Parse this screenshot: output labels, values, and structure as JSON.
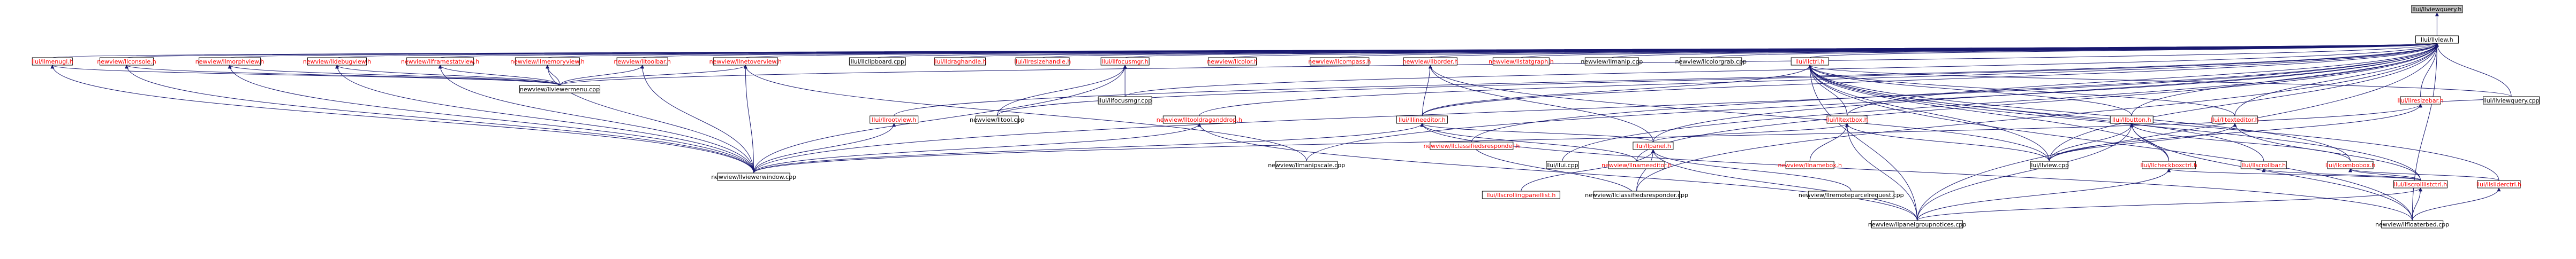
{
  "colors": {
    "root_fill": "#bfbfbf",
    "node_fill": "#ffffff",
    "node_text": "#000000",
    "link_text": "#ff0000",
    "edge": "#191970",
    "background": "#ffffff"
  },
  "graph": {
    "nodes": [
      {
        "id": "n0",
        "label": "llui/llviewquery.h",
        "root": true
      },
      {
        "id": "n1",
        "label": "llui/llview.h",
        "link": false
      },
      {
        "id": "n2",
        "label": "llui/llmenugl.h",
        "link": true
      },
      {
        "id": "n3",
        "label": "newview/llconsole.h",
        "link": true
      },
      {
        "id": "n4",
        "label": "newview/llmorphview.h",
        "link": true
      },
      {
        "id": "n5",
        "label": "newview/lldebugview.h",
        "link": true
      },
      {
        "id": "n6",
        "label": "newview/llframestatview.h",
        "link": true
      },
      {
        "id": "n7",
        "label": "newview/llmemoryview.h",
        "link": true
      },
      {
        "id": "n8",
        "label": "newview/lltoolbar.h",
        "link": true
      },
      {
        "id": "n9",
        "label": "newview/llnetoverview.h",
        "link": true
      },
      {
        "id": "n10",
        "label": "llui/llclipboard.cpp",
        "link": false
      },
      {
        "id": "n11",
        "label": "llui/lldraghandle.h",
        "link": true
      },
      {
        "id": "n12",
        "label": "llui/llresizehandle.h",
        "link": true
      },
      {
        "id": "n13",
        "label": "llui/llfocusmgr.h",
        "link": true
      },
      {
        "id": "n14",
        "label": "newview/llcolor.h",
        "link": true
      },
      {
        "id": "n15",
        "label": "newview/llcompass.h",
        "link": true
      },
      {
        "id": "n16",
        "label": "newview/llborder.h",
        "link": true
      },
      {
        "id": "n17",
        "label": "newview/llstatgraph.h",
        "link": true
      },
      {
        "id": "n18",
        "label": "newview/llmanip.cpp",
        "link": false
      },
      {
        "id": "n19",
        "label": "newview/llcolorgrab.cpp",
        "link": false
      },
      {
        "id": "n20",
        "label": "llui/llctrl.h",
        "link": true
      },
      {
        "id": "n21",
        "label": "llui/llresizebar.h",
        "link": true
      },
      {
        "id": "n22",
        "label": "llui/llviewquery.cpp",
        "link": false
      },
      {
        "id": "n23",
        "label": "newview/llviewermenu.cpp",
        "link": false
      },
      {
        "id": "n24",
        "label": "llui/llrootview.h",
        "link": true
      },
      {
        "id": "n25",
        "label": "newview/lltool.cpp",
        "link": false
      },
      {
        "id": "n26",
        "label": "newview/lltooldraganddrop.h",
        "link": true
      },
      {
        "id": "n27",
        "label": "llui/llfocusmgr.cpp",
        "link": false
      },
      {
        "id": "n28",
        "label": "llui/lllineeditor.h",
        "link": true
      },
      {
        "id": "n29",
        "label": "llui/lltextbox.h",
        "link": true
      },
      {
        "id": "n30",
        "label": "llui/llbutton.h",
        "link": true
      },
      {
        "id": "n31",
        "label": "llui/lltexteditor.h",
        "link": true
      },
      {
        "id": "n32",
        "label": "newview/llviewerwindow.cpp",
        "link": false
      },
      {
        "id": "n33",
        "label": "newview/llmanipscale.cpp",
        "link": false
      },
      {
        "id": "n34",
        "label": "newview/llclassifiedsresponder.h",
        "link": true
      },
      {
        "id": "n35",
        "label": "llui/llui.cpp",
        "link": false
      },
      {
        "id": "n36",
        "label": "newview/llnameeditor.h",
        "link": true
      },
      {
        "id": "n37",
        "label": "llui/llpanel.h",
        "link": true
      },
      {
        "id": "n38",
        "label": "newview/llnamebox.h",
        "link": true
      },
      {
        "id": "n39",
        "label": "llui/llview.cpp",
        "link": false
      },
      {
        "id": "n40",
        "label": "llui/llcheckboxctrl.h",
        "link": true
      },
      {
        "id": "n41",
        "label": "llui/llscrollbar.h",
        "link": true
      },
      {
        "id": "n42",
        "label": "llui/llcombobox.h",
        "link": true
      },
      {
        "id": "n43",
        "label": "llui/llscrolllistctrl.h",
        "link": true
      },
      {
        "id": "n44",
        "label": "llui/llsliderctrl.h",
        "link": true
      },
      {
        "id": "n45",
        "label": "llui/llscrollingpanellist.h",
        "link": true
      },
      {
        "id": "n46",
        "label": "newview/llclassifiedsresponder.cpp",
        "link": false
      },
      {
        "id": "n47",
        "label": "newview/llremoteparcelrequest.cpp",
        "link": false
      },
      {
        "id": "n48",
        "label": "newview/llpanelgroupnotices.cpp",
        "link": false
      },
      {
        "id": "n49",
        "label": "newview/llfloaterbed.cpp",
        "link": false
      }
    ],
    "edges": [
      [
        "n1",
        "n0"
      ],
      [
        "n2",
        "n1"
      ],
      [
        "n3",
        "n1"
      ],
      [
        "n4",
        "n1"
      ],
      [
        "n5",
        "n1"
      ],
      [
        "n6",
        "n1"
      ],
      [
        "n7",
        "n1"
      ],
      [
        "n8",
        "n1"
      ],
      [
        "n9",
        "n1"
      ],
      [
        "n10",
        "n1"
      ],
      [
        "n11",
        "n1"
      ],
      [
        "n12",
        "n1"
      ],
      [
        "n13",
        "n1"
      ],
      [
        "n14",
        "n1"
      ],
      [
        "n15",
        "n1"
      ],
      [
        "n16",
        "n1"
      ],
      [
        "n17",
        "n1"
      ],
      [
        "n18",
        "n1"
      ],
      [
        "n19",
        "n1"
      ],
      [
        "n20",
        "n1"
      ],
      [
        "n21",
        "n1"
      ],
      [
        "n22",
        "n1"
      ],
      [
        "n23",
        "n1"
      ],
      [
        "n24",
        "n1"
      ],
      [
        "n25",
        "n1"
      ],
      [
        "n26",
        "n1"
      ],
      [
        "n27",
        "n1"
      ],
      [
        "n28",
        "n1"
      ],
      [
        "n29",
        "n1"
      ],
      [
        "n30",
        "n1"
      ],
      [
        "n31",
        "n1"
      ],
      [
        "n32",
        "n1"
      ],
      [
        "n33",
        "n1"
      ],
      [
        "n34",
        "n1"
      ],
      [
        "n35",
        "n1"
      ],
      [
        "n36",
        "n1"
      ],
      [
        "n37",
        "n1"
      ],
      [
        "n39",
        "n1"
      ],
      [
        "n46",
        "n1"
      ],
      [
        "n48",
        "n1"
      ],
      [
        "n49",
        "n1"
      ],
      [
        "n23",
        "n2"
      ],
      [
        "n32",
        "n2"
      ],
      [
        "n23",
        "n3"
      ],
      [
        "n32",
        "n3"
      ],
      [
        "n23",
        "n4"
      ],
      [
        "n32",
        "n4"
      ],
      [
        "n23",
        "n5"
      ],
      [
        "n32",
        "n5"
      ],
      [
        "n23",
        "n6"
      ],
      [
        "n32",
        "n6"
      ],
      [
        "n23",
        "n7"
      ],
      [
        "n32",
        "n7"
      ],
      [
        "n23",
        "n8"
      ],
      [
        "n32",
        "n8"
      ],
      [
        "n23",
        "n9"
      ],
      [
        "n32",
        "n9"
      ],
      [
        "n33",
        "n9"
      ],
      [
        "n25",
        "n13"
      ],
      [
        "n27",
        "n13"
      ],
      [
        "n32",
        "n13"
      ],
      [
        "n32",
        "n24"
      ],
      [
        "n32",
        "n26"
      ],
      [
        "n48",
        "n26"
      ],
      [
        "n16",
        "n28"
      ],
      [
        "n37",
        "n16"
      ],
      [
        "n39",
        "n16"
      ],
      [
        "n28",
        "n20"
      ],
      [
        "n29",
        "n20"
      ],
      [
        "n30",
        "n20"
      ],
      [
        "n31",
        "n20"
      ],
      [
        "n40",
        "n20"
      ],
      [
        "n41",
        "n20"
      ],
      [
        "n42",
        "n20"
      ],
      [
        "n43",
        "n20"
      ],
      [
        "n44",
        "n20"
      ],
      [
        "n22",
        "n20"
      ],
      [
        "n39",
        "n20"
      ],
      [
        "n49",
        "n20"
      ],
      [
        "n48",
        "n20"
      ],
      [
        "n32",
        "n28"
      ],
      [
        "n36",
        "n28"
      ],
      [
        "n37",
        "n28"
      ],
      [
        "n49",
        "n28"
      ],
      [
        "n38",
        "n29"
      ],
      [
        "n37",
        "n29"
      ],
      [
        "n39",
        "n29"
      ],
      [
        "n48",
        "n29"
      ],
      [
        "n40",
        "n30"
      ],
      [
        "n42",
        "n30"
      ],
      [
        "n39",
        "n30"
      ],
      [
        "n48",
        "n30"
      ],
      [
        "n49",
        "n30"
      ],
      [
        "n39",
        "n31"
      ],
      [
        "n43",
        "n31"
      ],
      [
        "n45",
        "n37"
      ],
      [
        "n46",
        "n37"
      ],
      [
        "n47",
        "n37"
      ],
      [
        "n48",
        "n37"
      ],
      [
        "n43",
        "n41"
      ],
      [
        "n43",
        "n40"
      ],
      [
        "n43",
        "n42"
      ],
      [
        "n44",
        "n42"
      ],
      [
        "n48",
        "n43"
      ],
      [
        "n49",
        "n43"
      ],
      [
        "n49",
        "n44"
      ],
      [
        "n39",
        "n21"
      ],
      [
        "n32",
        "n21"
      ],
      [
        "n22",
        "n21"
      ],
      [
        "n34",
        "n46"
      ],
      [
        "n48",
        "n40"
      ]
    ]
  }
}
